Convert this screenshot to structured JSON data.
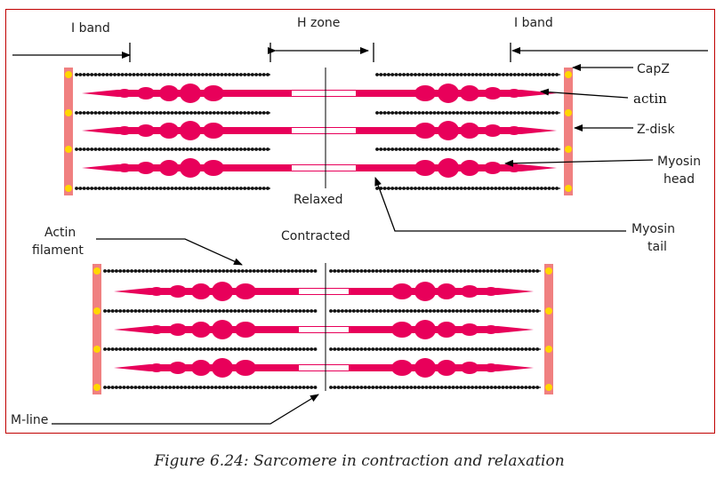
{
  "labels": {
    "i_band_left": "I band",
    "h_zone": "H zone",
    "i_band_right": "I band",
    "capz": "CapZ",
    "actin": "actin",
    "z_disk": "Z-disk",
    "myosin_head_line1": "Myosin",
    "myosin_head_line2": "head",
    "relaxed": "Relaxed",
    "myosin_tail_line1": "Myosin",
    "myosin_tail_line2": "tail",
    "actin_filament_line1": "Actin",
    "actin_filament_line2": "filament",
    "contracted": "Contracted",
    "m_line": "M-line"
  },
  "caption": "Figure 6.24: Sarcomere in contraction and relaxation",
  "colors": {
    "frame": "#c00000",
    "z_disk": "#f08080",
    "cap": "#ffd700",
    "myosin": "#e8005a",
    "actin": "#111111"
  }
}
